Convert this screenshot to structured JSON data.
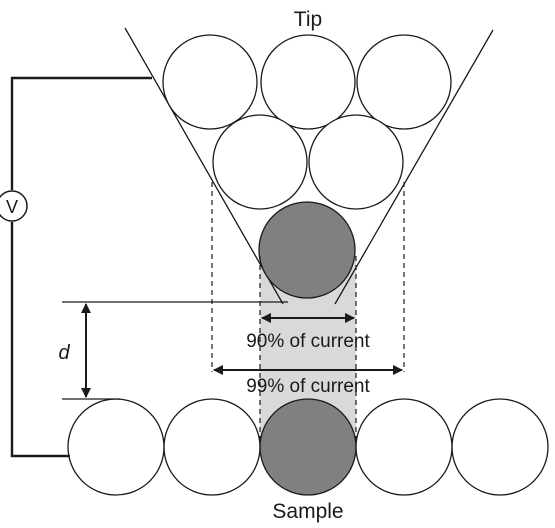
{
  "labels": {
    "tip": "Tip",
    "sample": "Sample",
    "distance": "d",
    "voltmeter": "V",
    "current_90": "90% of current",
    "current_99": "99% of current"
  },
  "colors": {
    "line": "#1a1a1a",
    "atom_fill": "#ffffff",
    "highlight_atom_fill": "#808080",
    "current_channel_fill": "#d9d9d9"
  }
}
